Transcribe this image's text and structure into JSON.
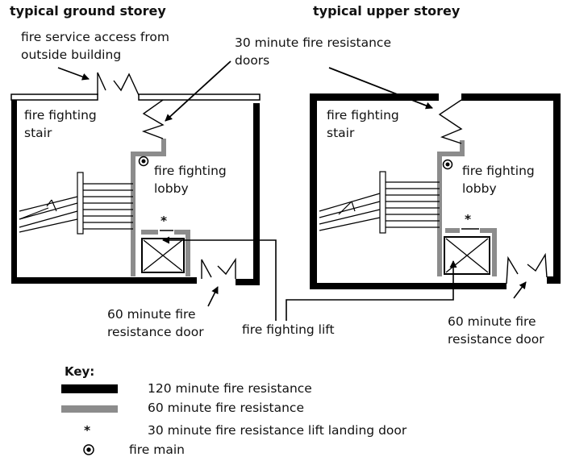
{
  "titles": {
    "ground": "typical ground storey",
    "upper": "typical upper storey"
  },
  "labels": {
    "fire_service_access_line1": "fire service access from",
    "fire_service_access_line2": "outside building",
    "doors_30_line1": "30 minute fire resistance",
    "doors_30_line2": "doors",
    "stair_line1": "fire fighting",
    "stair_line2": "stair",
    "lobby_line1": "fire fighting",
    "lobby_line2": "lobby",
    "lift_landing_mark": "*",
    "door_60_line1": "60 minute fire",
    "door_60_line2": "resistance door",
    "lift": "fire fighting lift"
  },
  "key": {
    "title": "Key:",
    "items": [
      {
        "symbol": "black-line",
        "label": "120 minute fire resistance",
        "color": "#000000"
      },
      {
        "symbol": "grey-line",
        "label": "60 minute fire resistance",
        "color": "#8c8c8c"
      },
      {
        "symbol": "asterisk",
        "glyph": "*",
        "label": "30 minute fire resistance lift landing door"
      },
      {
        "symbol": "fire-main",
        "label": "fire main"
      }
    ]
  },
  "colors": {
    "wall_120": "#000000",
    "wall_60": "#8c8c8c",
    "background": "#ffffff"
  }
}
